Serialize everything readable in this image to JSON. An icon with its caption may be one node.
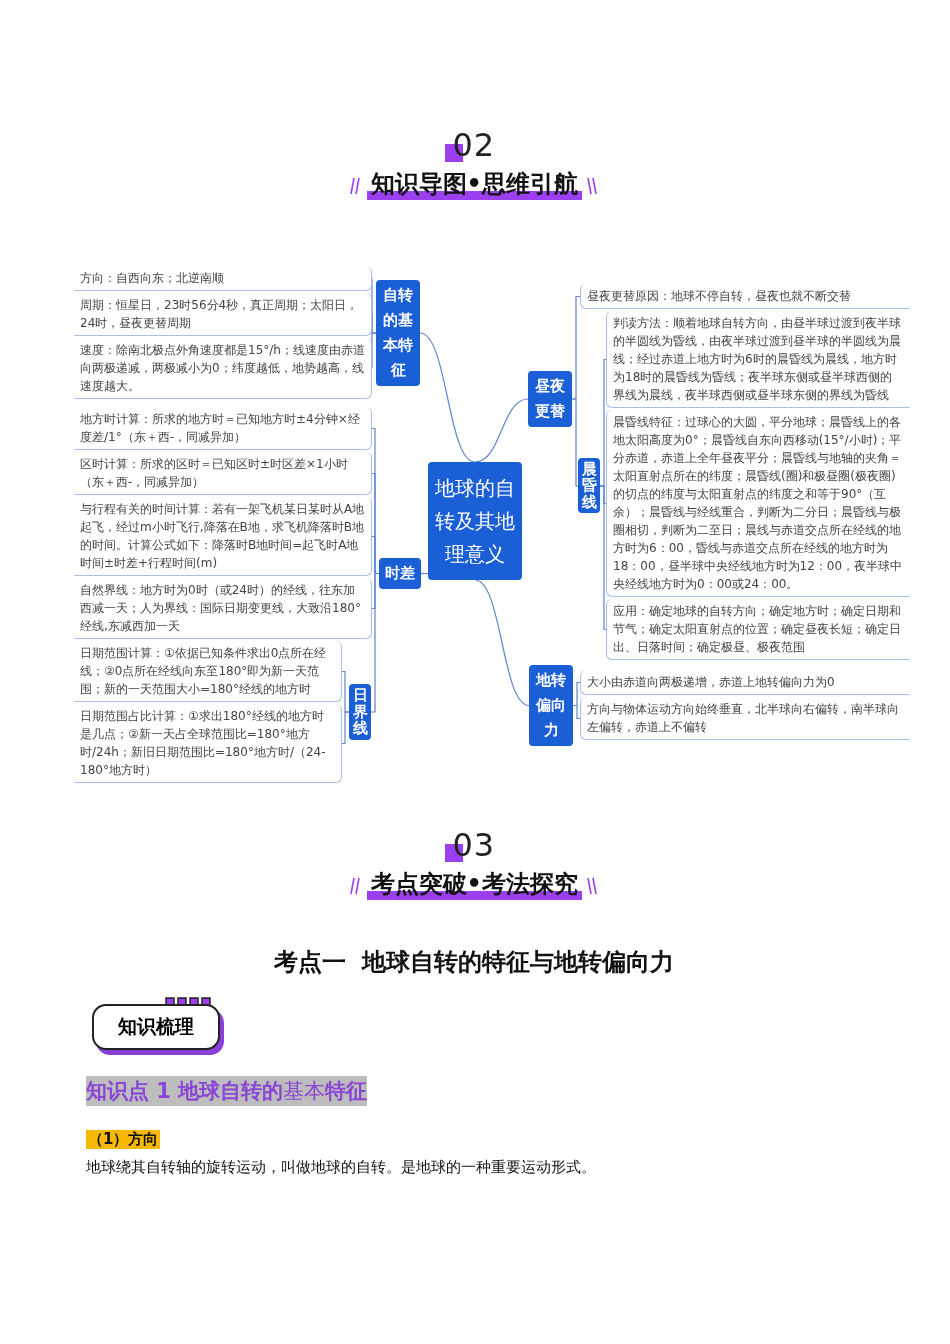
{
  "diagram": {
    "nodes": [
      {
        "text": [
          "地球的自转及其地理意义"
        ]
      },
      {
        "text": [
          "自转的基本特征"
        ]
      },
      {
        "text": [
          "方向：自西向东；北逆南顺"
        ]
      },
      {
        "text": [
          "周期：恒星日，23时56分4秒，真正周期；太阳日，24时，昼夜更替周期"
        ]
      },
      {
        "text": [
          "速度：除南北极点外角速度都是15°/h；线速度由赤道向两极递减，两极减小为0；纬度越低，地势越高，线速度越大。"
        ]
      },
      {
        "text": [
          "时差"
        ]
      },
      {
        "text": [
          "地方时计算：所求的地方时＝已知地方时±4分钟×经度差/1°（东＋西-，同减异加）"
        ]
      },
      {
        "text": [
          "区时计算：所求的区时＝已知区时±时区差×1小时（东＋西-，同减异加）"
        ]
      },
      {
        "text": [
          "与行程有关的时间计算：若有一架飞机某日某时从A地起飞，经过m小时飞行,降落在B地，求飞机降落时B地的时间。计算公式如下：降落时B地时间=起飞时A地时间±时差+行程时间(m)"
        ]
      },
      {
        "text": [
          "日界线"
        ]
      },
      {
        "text": [
          "自然界线：地方时为0时（或24时）的经线，往东加西减一天；人为界线：国际日期变更线，大致沿180°经线,东减西加一天"
        ]
      },
      {
        "text": [
          "日期范围计算：①依据已知条件求出0点所在经线；②0点所在经线向东至180°即为新一天范围；新的一天范围大小=180°经线的地方时"
        ]
      },
      {
        "text": [
          "日期范围占比计算：①求出180°经线的地方时是几点；②新一天占全球范围比=180°地方时/24h；新旧日期范围比=180°地方时/（24-180°地方时）"
        ]
      },
      {
        "text": [
          "昼夜更替"
        ]
      },
      {
        "text": [
          "昼夜更替原因：地球不停自转，昼夜也就不断交替"
        ]
      },
      {
        "text": [
          "晨昏线"
        ]
      },
      {
        "text": [
          "判读方法：顺着地球自转方向，由昼半球过渡到夜半球的半圆线为昏线，由夜半球过渡到昼半球的半圆线为晨线；经过赤道上地方时为6时的晨昏线为晨线，地方时为18时的晨昏线为昏线；夜半球东侧或昼半球西侧的界线为晨线，夜半球西侧或昼半球东侧的界线为昏线"
        ]
      },
      {
        "text": [
          "晨昏线特征：过球心的大圆，平分地球；晨昏线上的各地太阳高度为0°；晨昏线自东向西移动(15°/小时)；平分赤道，赤道上全年昼夜平分；晨昏线与地轴的夹角＝太阳直射点所在的纬度；晨昏线(圈)和极昼圈(极夜圈)的切点的纬度与太阳直射点的纬度之和等于90°（互余）；晨昏线与经线重合，判断为二分日；晨昏线与极圈相切，判断为二至日；晨线与赤道交点所在经线的地方时为6：00，昏线与赤道交点所在经线的地方时为18：00，昼半球中央经线地方时为12：00，夜半球中央经线地方时为0：00或24：00。"
        ]
      },
      {
        "text": [
          "应用：确定地球的自转方向；确定地方时；确定日期和节气；确定太阳直射点的位置；确定昼夜长短；确定日出、日落时间；确定极昼、极夜范围"
        ]
      },
      {
        "text": [
          "地转偏向力"
        ]
      },
      {
        "text": [
          "大小由赤道向两极递增，赤道上地转偏向力为0"
        ]
      },
      {
        "text": [
          "方向与物体运动方向始终垂直，北半球向右偏转，南半球向左偏转，赤道上不偏转"
        ]
      },
      {
        "text": [
          "知识梳理"
        ]
      }
    ],
    "edges": [
      {
        "from": 0,
        "to": 1,
        "arrow": "none"
      },
      {
        "from": 1,
        "to": 2,
        "arrow": "none"
      },
      {
        "from": 1,
        "to": 3,
        "arrow": "none"
      },
      {
        "from": 1,
        "to": 4,
        "arrow": "none"
      },
      {
        "from": 0,
        "to": 5,
        "arrow": "none"
      },
      {
        "from": 5,
        "to": 6,
        "arrow": "none"
      },
      {
        "from": 5,
        "to": 7,
        "arrow": "none"
      },
      {
        "from": 5,
        "to": 8,
        "arrow": "none"
      },
      {
        "from": 5,
        "to": 10,
        "arrow": "none"
      },
      {
        "from": 5,
        "to": 9,
        "arrow": "none"
      },
      {
        "from": 9,
        "to": 11,
        "arrow": "none"
      },
      {
        "from": 9,
        "to": 12,
        "arrow": "none"
      },
      {
        "from": 0,
        "to": 13,
        "arrow": "none"
      },
      {
        "from": 13,
        "to": 14,
        "arrow": "none"
      },
      {
        "from": 13,
        "to": 15,
        "arrow": "none"
      },
      {
        "from": 15,
        "to": 16,
        "arrow": "none"
      },
      {
        "from": 15,
        "to": 17,
        "arrow": "none"
      },
      {
        "from": 15,
        "to": 18,
        "arrow": "none"
      },
      {
        "from": 0,
        "to": 19,
        "arrow": "none"
      },
      {
        "from": 19,
        "to": 20,
        "arrow": "none"
      },
      {
        "from": 19,
        "to": 21,
        "arrow": "none"
      }
    ],
    "labels": [
      "02",
      "知识导图•思维引航",
      "03",
      "考点突破•考法探究",
      "考点一  地球自转的特征与地转偏向力",
      "**知识点 1 地球自转的**基本**特征**",
      "（1）方向",
      "地球绕其自转轴的旋转运动，叫做地球的自转。是地球的一种重要运动形式。"
    ]
  }
}
